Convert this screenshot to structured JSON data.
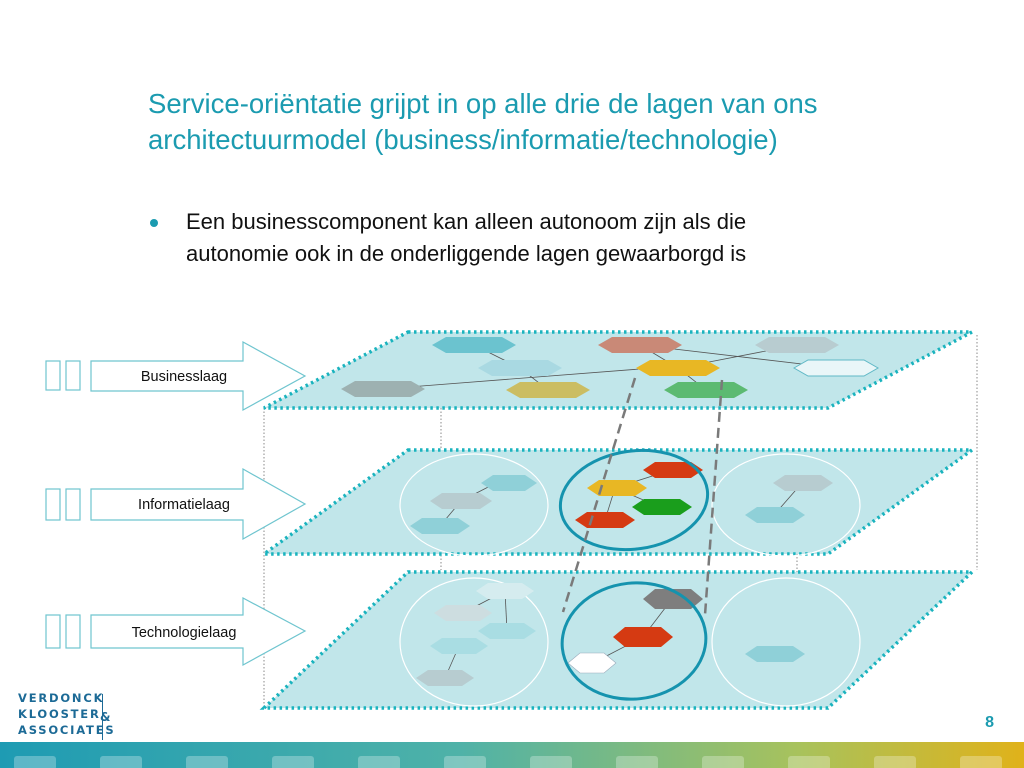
{
  "slide": {
    "title_lines": [
      "Service-oriëntatie grijpt in op alle drie de lagen van ons",
      "architectuurmodel (business/informatie/technologie)"
    ],
    "bullets": [
      {
        "lines": [
          "Een businesscomponent kan alleen autonoom zijn als die",
          "autonomie ook in de onderliggende lagen gewaarborgd is"
        ]
      }
    ],
    "page_number": "8"
  },
  "layers": [
    {
      "label": "Businesslaag"
    },
    {
      "label": "Informatielaag"
    },
    {
      "label": "Technologielaag"
    }
  ],
  "logo": {
    "lines": [
      "VERDONCK",
      "KLOOSTER",
      "ASSOCIATES"
    ],
    "ampersand": "&"
  },
  "colors": {
    "title": "#1b9bb0",
    "plane_fill": "#c1e6ea",
    "plane_border": "#1ab3be",
    "highlight_ellipse": "#1593ae",
    "red": "#d53a12",
    "yellow": "#e8b724",
    "green": "#1a9e1c",
    "gray": "#7e7e7e"
  },
  "icons": [
    "bullet-dot-icon",
    "layer-arrow-icon",
    "hexagon-component-icon"
  ]
}
